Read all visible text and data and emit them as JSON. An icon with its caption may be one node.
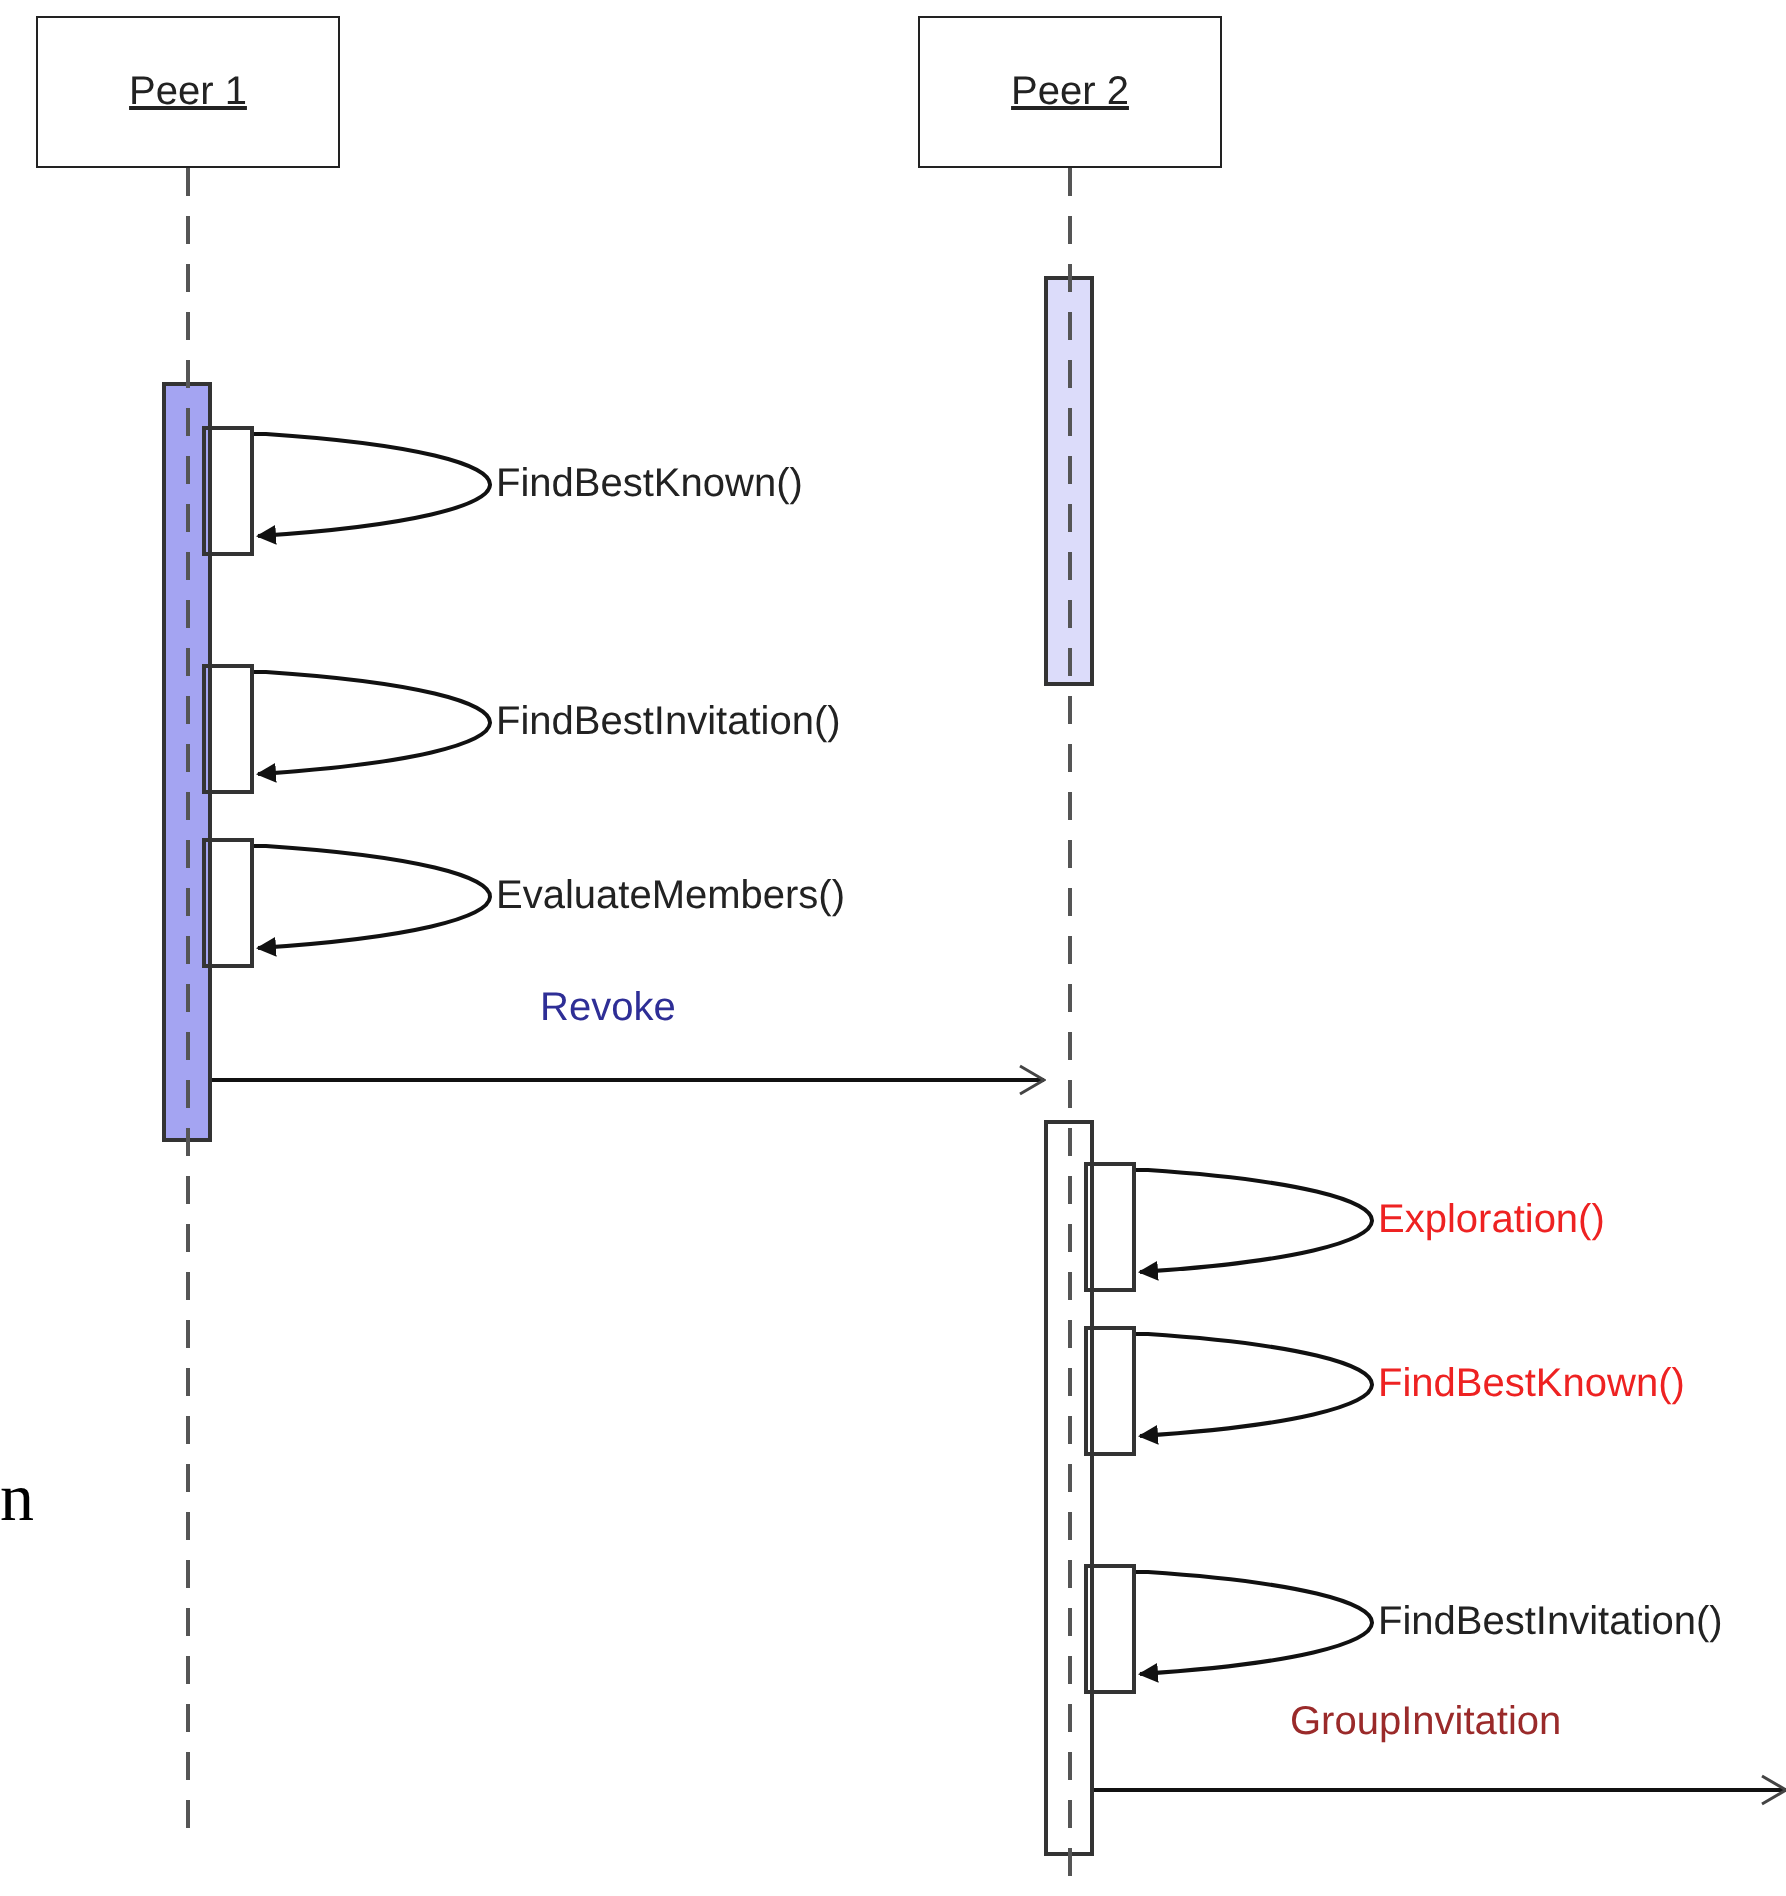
{
  "diagram": {
    "nodes": [
      {
        "text": [
          "Peer 1"
        ]
      },
      {
        "text": [
          "Peer 2"
        ]
      },
      {
        "text": [],
        "shape": "bar"
      },
      {
        "text": [],
        "shape": "bar"
      },
      {
        "text": [],
        "shape": "box"
      },
      {
        "text": [],
        "shape": "box"
      },
      {
        "text": [],
        "shape": "box"
      },
      {
        "text": [],
        "shape": "bar"
      },
      {
        "text": [],
        "shape": "box"
      },
      {
        "text": [],
        "shape": "box"
      },
      {
        "text": [],
        "shape": "box"
      }
    ],
    "edges": [
      {
        "from": 4,
        "to": 4,
        "arrow": "to",
        "label": "FindBestKnown()"
      },
      {
        "from": 5,
        "to": 5,
        "arrow": "to",
        "label": "FindBestInvitation()"
      },
      {
        "from": 6,
        "to": 6,
        "arrow": "to",
        "label": "EvaluateMembers()"
      },
      {
        "from": 2,
        "to": 7,
        "arrow": "to",
        "label": "Revoke"
      },
      {
        "from": 8,
        "to": 8,
        "arrow": "to",
        "label": "Exploration()"
      },
      {
        "from": 9,
        "to": 9,
        "arrow": "to",
        "label": "FindBestKnown()"
      },
      {
        "from": 10,
        "to": 10,
        "arrow": "to",
        "label": "FindBestInvitation()"
      },
      {
        "from": 7,
        "to": null,
        "arrow": "to",
        "label": "GroupInvitation"
      }
    ],
    "labels": [
      "n"
    ]
  }
}
